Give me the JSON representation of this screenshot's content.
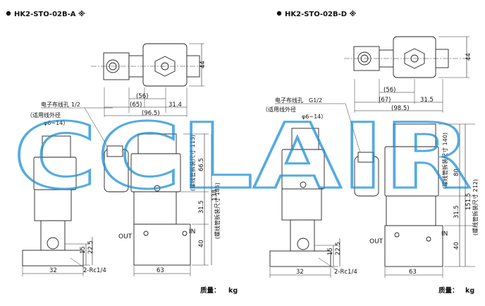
{
  "left": {
    "title": "HK2-STO-02B-A ※",
    "top_height": "44",
    "dim_56": "(56)",
    "dim_65": "(65)",
    "dim_31_4": "31.4",
    "dim_96_5": "(96.5)",
    "cable_label": "电子布线孔",
    "cable_size": "1/2",
    "cable_applicable": "（适用线外径",
    "cable_range": "φ6~14）",
    "coil_dim_113": "(螺线管拆装尺寸 113)",
    "coil_dim_185": "(螺线管拆装尺寸 185)",
    "dim_66_5": "66.5",
    "dim_138": "138",
    "dim_31_5": "31.5",
    "dim_40": "40",
    "dim_15": "15",
    "dim_22_5": "22.5",
    "out_label": "OUT",
    "in_label": "IN",
    "port_label": "2-Rc1/4",
    "dim_32": "32",
    "dim_63": "63",
    "mass_label": "质量：",
    "mass_unit": "kg"
  },
  "right": {
    "title": "HK2-STO-02B-D ※",
    "top_height": "44",
    "dim_56": "(56)",
    "dim_67": "(67)",
    "dim_31_5": "31.5",
    "dim_98_5": "(98.5)",
    "cable_label": "电子布线孔",
    "cable_size": "G1/2",
    "cable_applicable": "（适用线外径",
    "cable_range": "φ6~14）",
    "coil_dim_140": "(螺线管拆装尺寸 140)",
    "coil_dim_212": "(螺线管拆装尺寸 212)",
    "dim_80": "80",
    "dim_151_5": "151.5",
    "dim_31_5_v": "31.5",
    "dim_40": "40",
    "dim_15": "15",
    "dim_22_5": "22.5",
    "out_label": "OUT",
    "in_label": "IN",
    "port_label": "2-Rc1/4",
    "dim_32": "32",
    "dim_63": "63",
    "mass_label": "质量：",
    "mass_unit": "kg"
  },
  "watermark": "CCLAIR",
  "colors": {
    "watermark": "#1d8fd6",
    "line": "#222222"
  }
}
